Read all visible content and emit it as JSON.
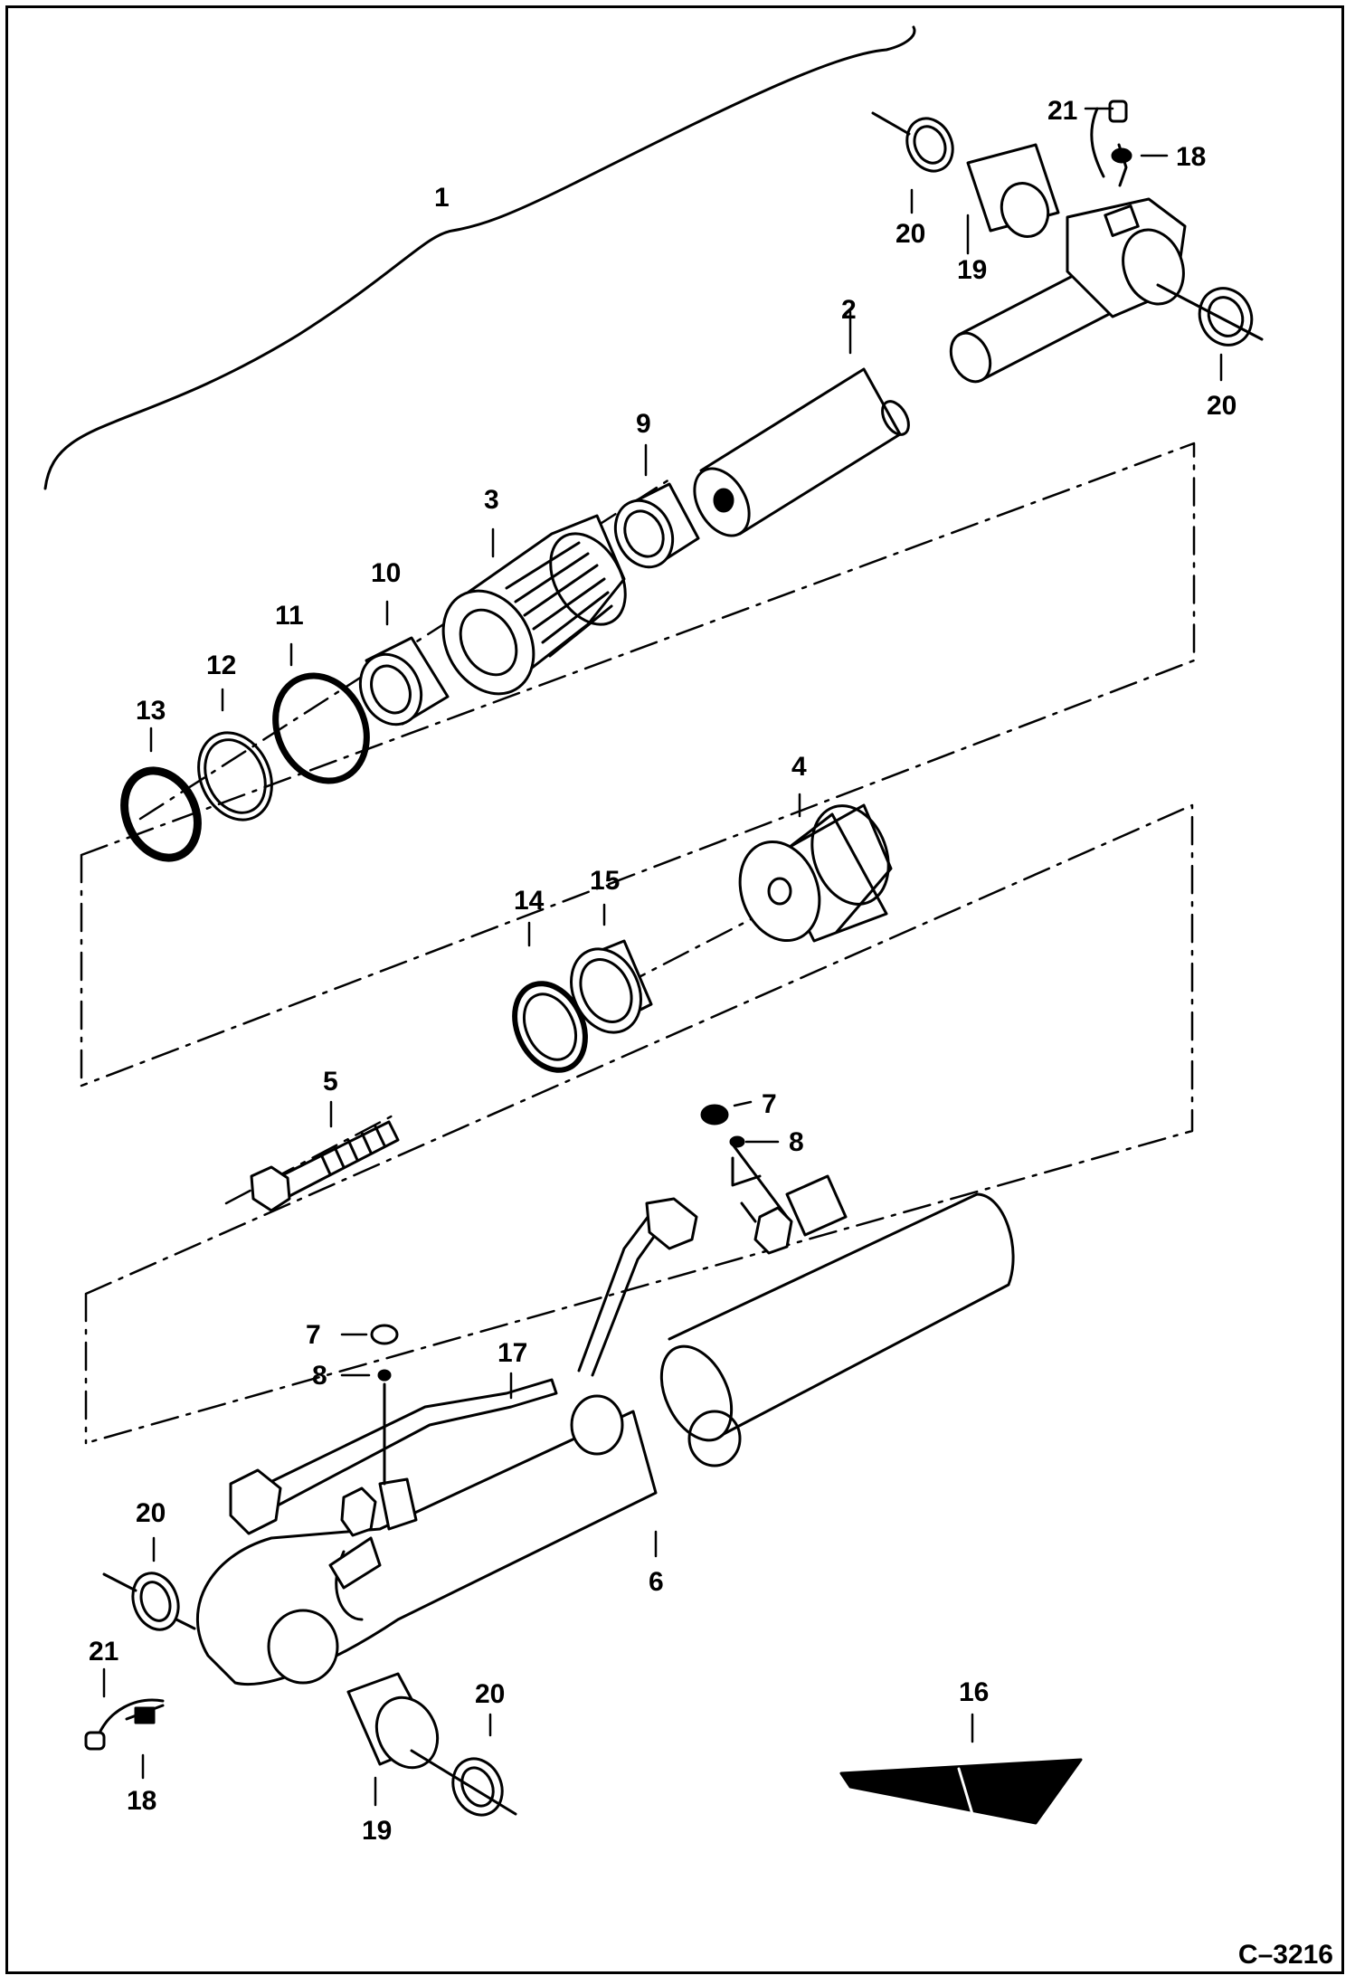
{
  "figure_code": "C–3216",
  "callouts": {
    "c1": "1",
    "c2": "2",
    "c3": "3",
    "c4": "4",
    "c5": "5",
    "c6": "6",
    "c7a": "7",
    "c7b": "7",
    "c8a": "8",
    "c8b": "8",
    "c9": "9",
    "c10": "10",
    "c11": "11",
    "c12": "12",
    "c13": "13",
    "c14": "14",
    "c15": "15",
    "c16": "16",
    "c17": "17",
    "c18a": "18",
    "c18b": "18",
    "c19a": "19",
    "c19b": "19",
    "c20a": "20",
    "c20b": "20",
    "c20c": "20",
    "c20d": "20",
    "c21a": "21",
    "c21b": "21"
  },
  "parts": {
    "rod_eye_assembly": {
      "icon": "rod-eye-icon"
    },
    "rod": {
      "icon": "rod-icon"
    },
    "gland": {
      "icon": "gland-icon"
    },
    "piston": {
      "icon": "piston-icon"
    },
    "bolt": {
      "icon": "bolt-icon"
    },
    "barrel": {
      "icon": "barrel-icon"
    },
    "tube": {
      "icon": "tube-icon"
    },
    "seal_kit": {
      "icon": "seal-kit-icon"
    }
  }
}
